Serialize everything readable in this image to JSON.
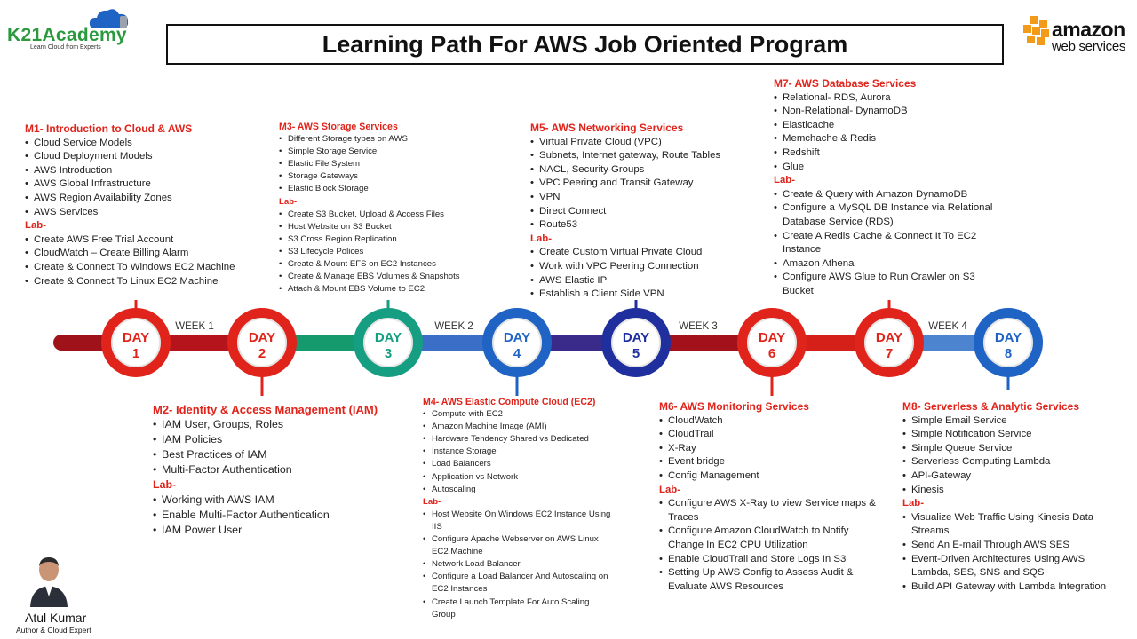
{
  "title": "Learning Path For AWS Job Oriented Program",
  "brand": {
    "name": "K21Academy",
    "tagline": "Learn Cloud from Experts"
  },
  "aws_logo": {
    "line1": "amazon",
    "line2": "web services"
  },
  "author": {
    "name": "Atul Kumar",
    "role": "Author & Cloud Expert"
  },
  "timeline": {
    "weeks": [
      "WEEK 1",
      "WEEK 2",
      "WEEK 3",
      "WEEK 4"
    ],
    "days": [
      {
        "label": "DAY",
        "num": "1",
        "color": "#e0241b"
      },
      {
        "label": "DAY",
        "num": "2",
        "color": "#e0241b"
      },
      {
        "label": "DAY",
        "num": "3",
        "color": "#169e82"
      },
      {
        "label": "DAY",
        "num": "4",
        "color": "#1f63c4"
      },
      {
        "label": "DAY",
        "num": "5",
        "color": "#1f2f9e"
      },
      {
        "label": "DAY",
        "num": "6",
        "color": "#e0241b"
      },
      {
        "label": "DAY",
        "num": "7",
        "color": "#e0241b"
      },
      {
        "label": "DAY",
        "num": "8",
        "color": "#1f63c4"
      }
    ]
  },
  "modules": {
    "m1": {
      "title": "M1- Introduction to Cloud & AWS",
      "items": [
        "Cloud Service Models",
        "Cloud Deployment Models",
        "AWS Introduction",
        "AWS Global Infrastructure",
        "AWS Region Availability Zones",
        "AWS Services"
      ],
      "lab_label": "Lab-",
      "labs": [
        "Create AWS Free Trial Account",
        "CloudWatch – Create Billing Alarm",
        "Create & Connect To Windows EC2 Machine",
        "Create & Connect To Linux EC2 Machine"
      ]
    },
    "m2": {
      "title": "M2- Identity & Access Management (IAM)",
      "items": [
        "IAM User, Groups, Roles",
        "IAM Policies",
        "Best Practices of IAM",
        "Multi-Factor Authentication"
      ],
      "lab_label": "Lab-",
      "labs": [
        "Working with AWS IAM",
        "Enable Multi-Factor Authentication",
        "IAM Power User"
      ]
    },
    "m3": {
      "title": "M3- AWS Storage Services",
      "items": [
        "Different Storage types on AWS",
        "Simple Storage Service",
        "Elastic File System",
        "Storage Gateways",
        "Elastic Block Storage"
      ],
      "lab_label": "Lab-",
      "labs": [
        "Create S3 Bucket, Upload & Access Files",
        "Host Website on S3 Bucket",
        "S3 Cross Region Replication",
        "S3 Lifecycle Polices",
        "Create & Mount EFS on EC2 Instances",
        "Create & Manage EBS Volumes & Snapshots",
        "Attach & Mount EBS Volume to EC2"
      ]
    },
    "m4": {
      "title": "M4- AWS Elastic Compute Cloud (EC2)",
      "items": [
        "Compute with EC2",
        "Amazon Machine Image (AMI)",
        "Hardware Tendency Shared vs Dedicated",
        "Instance Storage",
        "Load Balancers",
        "Application vs Network",
        "Autoscaling"
      ],
      "lab_label": "Lab-",
      "labs": [
        "Host Website On Windows EC2 Instance Using IIS",
        "Configure Apache Webserver on AWS Linux EC2 Machine",
        "Network Load Balancer",
        "Configure a Load Balancer And Autoscaling on EC2 Instances",
        "Create Launch Template For Auto Scaling Group"
      ]
    },
    "m5": {
      "title": "M5- AWS Networking Services",
      "items": [
        "Virtual Private Cloud (VPC)",
        "Subnets, Internet gateway, Route Tables",
        "NACL, Security Groups",
        "VPC Peering and Transit Gateway",
        "VPN",
        "Direct Connect",
        "Route53"
      ],
      "lab_label": "Lab-",
      "labs": [
        "Create Custom Virtual Private Cloud",
        "Work with VPC Peering Connection",
        "AWS Elastic IP",
        "Establish a Client Side VPN"
      ]
    },
    "m6": {
      "title": "M6- AWS Monitoring Services",
      "items": [
        "CloudWatch",
        "CloudTrail",
        "X-Ray",
        "Event bridge",
        "Config Management"
      ],
      "lab_label": "Lab-",
      "labs": [
        "Configure AWS X-Ray to view Service maps & Traces",
        "Configure Amazon CloudWatch to Notify Change In EC2 CPU Utilization",
        "Enable CloudTrail and Store Logs In S3",
        "Setting Up AWS Config to Assess Audit & Evaluate AWS Resources"
      ]
    },
    "m7": {
      "title": "M7- AWS Database Services",
      "items": [
        "Relational- RDS, Aurora",
        "Non-Relational- DynamoDB",
        "Elasticache",
        "Memchache & Redis",
        "Redshift",
        "Glue"
      ],
      "lab_label": "Lab-",
      "labs": [
        "Create & Query with Amazon DynamoDB",
        "Configure a MySQL DB Instance via Relational Database Service (RDS)",
        "Create A Redis Cache & Connect It To EC2 Instance",
        "Amazon Athena",
        "Configure AWS Glue to Run Crawler on S3 Bucket"
      ]
    },
    "m8": {
      "title": "M8- Serverless & Analytic Services",
      "items": [
        "Simple Email Service",
        "Simple Notification Service",
        "Simple Queue Service",
        "Serverless Computing Lambda",
        "API-Gateway",
        "Kinesis"
      ],
      "lab_label": "Lab-",
      "labs": [
        "Visualize Web Traffic Using Kinesis Data Streams",
        "Send An E-mail Through AWS SES",
        "Event-Driven Architectures Using AWS Lambda, SES, SNS and SQS",
        "Build API Gateway with Lambda Integration"
      ]
    }
  }
}
